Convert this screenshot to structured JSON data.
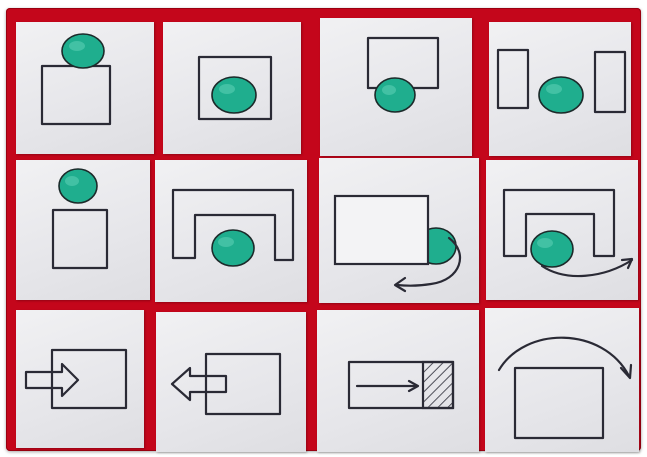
{
  "scene": {
    "description_free": true,
    "colors": {
      "board": "#c4061b",
      "card": "#ececef",
      "ball": "#1fae8e",
      "ink": "#2a2a35"
    },
    "cards": [
      {
        "row": 1,
        "col": 1,
        "icon": "ball-on-box-icon"
      },
      {
        "row": 1,
        "col": 2,
        "icon": "ball-in-box-icon"
      },
      {
        "row": 1,
        "col": 3,
        "icon": "ball-under-box-icon"
      },
      {
        "row": 1,
        "col": 4,
        "icon": "ball-between-boxes-icon"
      },
      {
        "row": 2,
        "col": 1,
        "icon": "ball-on-box-icon"
      },
      {
        "row": 2,
        "col": 2,
        "icon": "ball-under-arch-icon"
      },
      {
        "row": 2,
        "col": 3,
        "icon": "ball-behind-box-curved-arrow-icon"
      },
      {
        "row": 2,
        "col": 4,
        "icon": "ball-through-arch-arrow-icon"
      },
      {
        "row": 3,
        "col": 1,
        "icon": "arrow-into-box-icon"
      },
      {
        "row": 3,
        "col": 2,
        "icon": "arrow-out-of-box-icon"
      },
      {
        "row": 3,
        "col": 3,
        "icon": "arrow-to-hatched-end-icon"
      },
      {
        "row": 3,
        "col": 4,
        "icon": "arc-over-box-icon"
      }
    ]
  }
}
